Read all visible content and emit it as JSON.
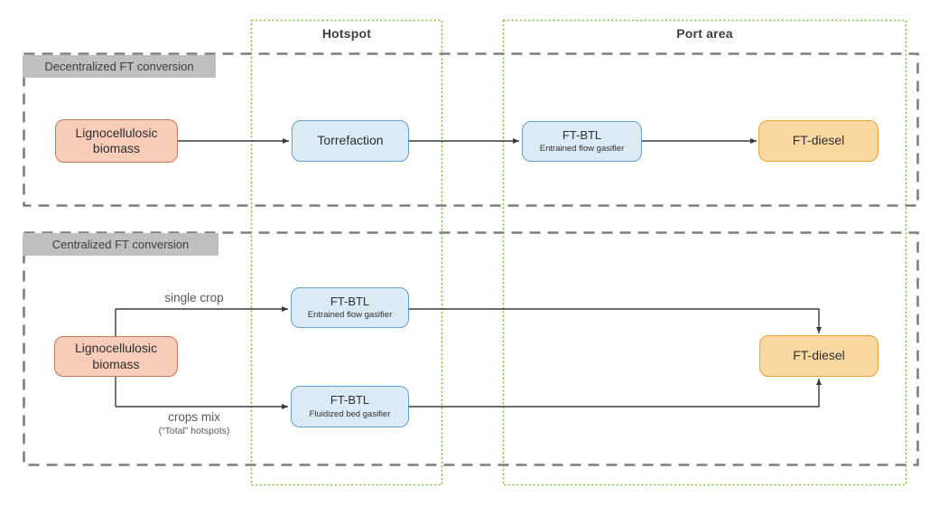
{
  "lanes": {
    "hotspot": {
      "title": "Hotspot"
    },
    "port_area": {
      "title": "Port area"
    }
  },
  "sections": {
    "decentralized": {
      "title": "Decentralized FT conversion"
    },
    "centralized": {
      "title": "Centralized FT conversion"
    }
  },
  "nodes": {
    "dec_biomass": {
      "label": "Lignocellulosic biomass"
    },
    "dec_torrefaction": {
      "label": "Torrefaction"
    },
    "dec_ftbtl": {
      "label": "FT-BTL",
      "sublabel": "Entrained flow gasifier"
    },
    "dec_ftdiesel": {
      "label": "FT-diesel"
    },
    "cen_biomass": {
      "label": "Lignocellulosic biomass"
    },
    "cen_ftbtl_entrained": {
      "label": "FT-BTL",
      "sublabel": "Entrained flow gasifier"
    },
    "cen_ftbtl_fluidized": {
      "label": "FT-BTL",
      "sublabel": "Fluidized bed gasifier"
    },
    "cen_ftdiesel": {
      "label": "FT-diesel"
    }
  },
  "edge_labels": {
    "single_crop": "single crop",
    "crops_mix": "crops mix",
    "crops_mix_note": "(“Total” hotspots)"
  },
  "colors": {
    "lane-border": "#7DBE3C",
    "lane-title-text": "#3F3F3F",
    "section-border": "#7F7F7F",
    "section-label-bg": "#BFBFBF",
    "section-label-text": "#3F3F3F",
    "node-red-fill": "#F7CCB8",
    "node-red-border": "#BE7A5A",
    "node-blue-fill": "#DAEBF5",
    "node-blue-border": "#64A0C8",
    "node-orange-fill": "#FBD8A2",
    "node-orange-border": "#EDA33C",
    "node-text": "#2F2F2F",
    "connector": "#3A3A3A",
    "edge-label-text": "#595959"
  }
}
